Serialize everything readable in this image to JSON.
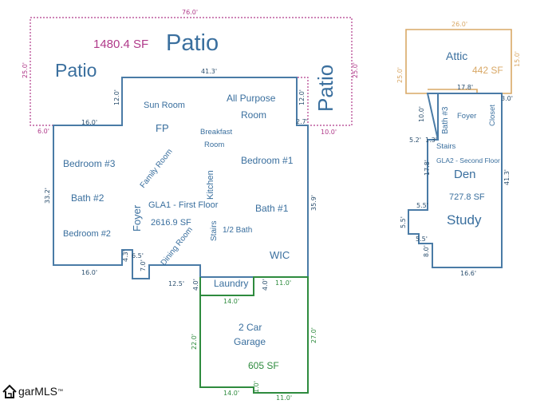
{
  "patio": {
    "label_main": "Patio",
    "label_left": "Patio",
    "label_right": "Patio",
    "area": "1480.4 SF",
    "dims": {
      "top": "76.0'",
      "left": "25.0'",
      "right": "25.0'",
      "bottom_left": "16.0'",
      "bottom_right": "10.0'",
      "mid_top": "41.3'",
      "step_left": "6.0'",
      "step_l12": "12.0'",
      "step_r12": "12.0'",
      "step_r27": "2.7'"
    }
  },
  "first_floor": {
    "label": "GLA1 - First Floor",
    "area": "2616.9 SF",
    "rooms": {
      "sun_room": "Sun Room",
      "all_purpose": "All Purpose",
      "room": "Room",
      "fp": "FP",
      "breakfast": "Breakfast",
      "breakfast_room": "Room",
      "bedroom3": "Bedroom #3",
      "family_room": "Family Room",
      "kitchen": "Kitchen",
      "bedroom1": "Bedroom #1",
      "bath2": "Bath #2",
      "foyer": "Foyer",
      "bath1": "Bath #1",
      "bedroom2": "Bedroom #2",
      "stairs": "Stairs",
      "half_bath": "1/2 Bath",
      "dining_room": "Dining Room",
      "wic": "WIC",
      "laundry": "Laundry"
    },
    "dims": {
      "left": "33.2'",
      "right": "35.9'",
      "bottom_left": "16.0'",
      "notch_43": "4.3'",
      "notch_65": "6.5'",
      "notch_70": "7.0'",
      "bottom_125": "12.5'",
      "laundry_40l": "4.0'",
      "laundry_40r": "4.0'",
      "laundry_110": "11.0'"
    }
  },
  "garage": {
    "label1": "2 Car",
    "label2": "Garage",
    "area": "605 SF",
    "dims": {
      "top": "14.0'",
      "left": "22.0'",
      "right": "27.0'",
      "bottom_l": "14.0'",
      "bottom_1": "1.0'",
      "bottom_r": "11.0'"
    }
  },
  "attic": {
    "label": "Attic",
    "area": "442 SF",
    "dims": {
      "top": "26.0'",
      "left": "25.0'",
      "right": "15.0'",
      "bottom": "17.8'"
    }
  },
  "second_floor": {
    "label": "GLA2 - Second Floor",
    "area": "727.8 SF",
    "rooms": {
      "bath3": "Bath #3",
      "foyer": "Foyer",
      "closet": "Closet",
      "stairs": "Stairs",
      "den": "Den",
      "study": "Study"
    },
    "dims": {
      "d100": "10.0'",
      "d30": "3.0'",
      "d52": "5.2'",
      "d13": "1.3'",
      "d178": "17.8'",
      "d413": "41.3'",
      "d55a": "5.5'",
      "d55b": "5.5'",
      "d55c": "5.5'",
      "d80": "8.0'",
      "bottom": "16.6'"
    }
  },
  "logo": {
    "text": "garMLS",
    "mark": "™"
  },
  "colors": {
    "walls": "#4a7ba6",
    "garage": "#2e8b3e",
    "patio": "#b03a8a",
    "attic": "#d9a866"
  }
}
